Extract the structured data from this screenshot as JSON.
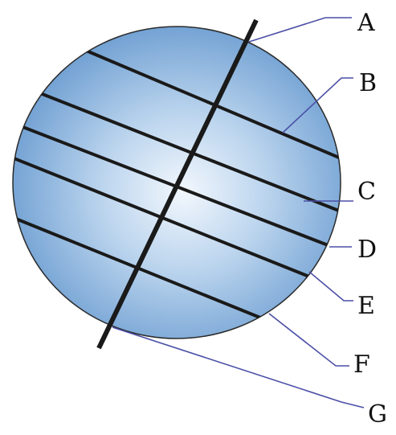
{
  "labels": {
    "a": "A",
    "b": "B",
    "c": "C",
    "d": "D",
    "e": "E",
    "f": "F",
    "g": "G"
  },
  "colors": {
    "globe_center": "#f2f7fd",
    "globe_edge": "#6f9fd2",
    "globe_outline": "#2b2b2b",
    "axis_and_lines": "#1a1a1a",
    "leader_lines": "#4b4fa6",
    "label_text": "#111111"
  }
}
